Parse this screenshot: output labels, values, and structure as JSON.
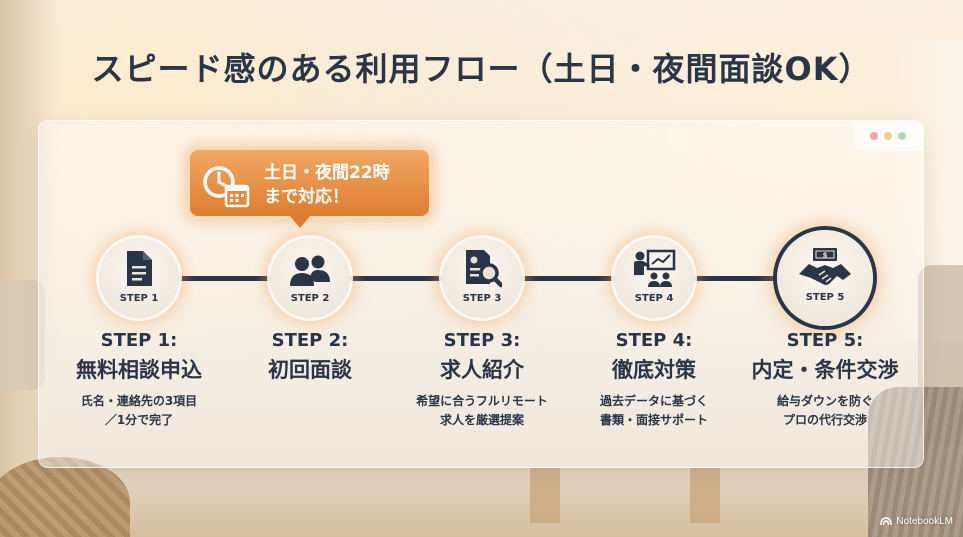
{
  "title": "スピード感のある利用フロー（土日・夜間面談OK）",
  "callout": {
    "text_line1": "土日・夜間22時",
    "text_line2": "まで対応！",
    "icon": "clock-calendar-icon"
  },
  "steps": [
    {
      "badge": "STEP 1",
      "head": "STEP 1:",
      "name": "無料相談申込",
      "desc1": "氏名・連絡先の3項目",
      "desc2": "／1分で完了",
      "icon": "document-icon"
    },
    {
      "badge": "STEP 2",
      "head": "STEP 2:",
      "name": "初回面談",
      "desc1": "",
      "desc2": "",
      "icon": "people-icon"
    },
    {
      "badge": "STEP 3",
      "head": "STEP 3:",
      "name": "求人紹介",
      "desc1": "希望に合うフルリモート",
      "desc2": "求人を厳選提案",
      "icon": "document-search-icon"
    },
    {
      "badge": "STEP 4",
      "head": "STEP 4:",
      "name": "徹底対策",
      "desc1": "過去データに基づく",
      "desc2": "書類・面接サポート",
      "icon": "presentation-icon"
    },
    {
      "badge": "STEP 5",
      "head": "STEP 5:",
      "name": "内定・条件交渉",
      "desc1": "給与ダウンを防ぐ",
      "desc2": "プロの代行交渉",
      "icon": "handshake-money-icon"
    }
  ],
  "window_dots": [
    "#f1a3a3",
    "#f2cf8a",
    "#a9d8b8"
  ],
  "brand": "NotebookLM",
  "colors": {
    "navy": "#2a3547",
    "orange": "#dd7d30",
    "glow": "#f5a050"
  }
}
